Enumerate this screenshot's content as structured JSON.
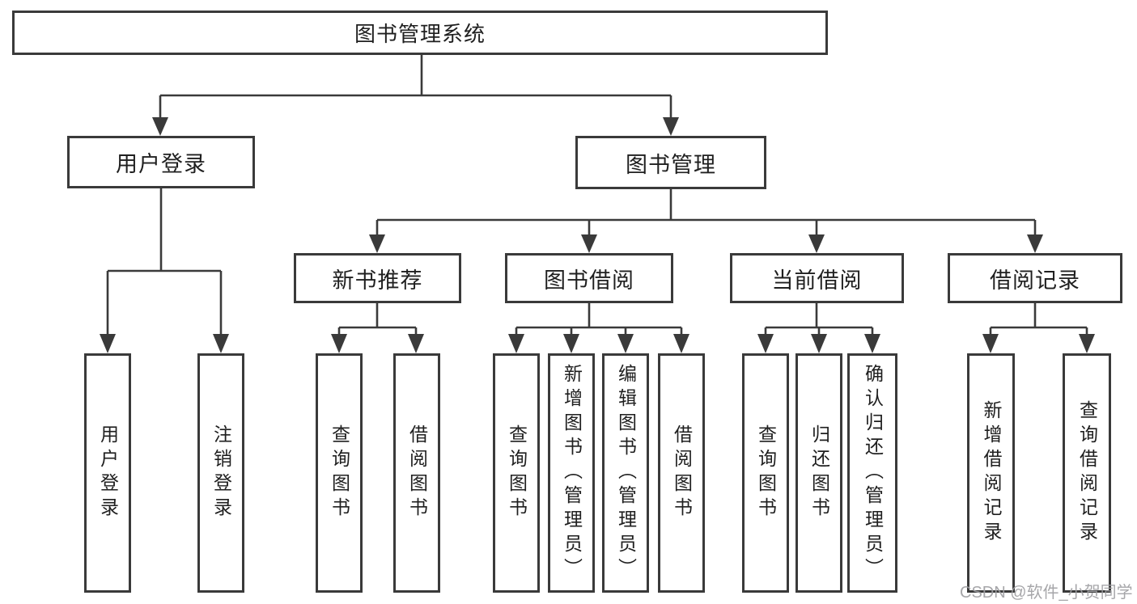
{
  "tree": {
    "label": "图书管理系统",
    "children": [
      {
        "label": "用户登录",
        "children": [
          {
            "label": "用户登录"
          },
          {
            "label": "注销登录"
          }
        ]
      },
      {
        "label": "图书管理",
        "children": [
          {
            "label": "新书推荐",
            "children": [
              {
                "label": "查询图书"
              },
              {
                "label": "借阅图书"
              }
            ]
          },
          {
            "label": "图书借阅",
            "children": [
              {
                "label": "查询图书"
              },
              {
                "label": "新增图书（管理员）"
              },
              {
                "label": "编辑图书（管理员）"
              },
              {
                "label": "借阅图书"
              }
            ]
          },
          {
            "label": "当前借阅",
            "children": [
              {
                "label": "查询图书"
              },
              {
                "label": "归还图书"
              },
              {
                "label": "确认归还（管理员）"
              }
            ]
          },
          {
            "label": "借阅记录",
            "children": [
              {
                "label": "新增借阅记录"
              },
              {
                "label": "查询借阅记录"
              }
            ]
          }
        ]
      }
    ]
  },
  "watermark": {
    "text": "CSDN @软件_小贺同学"
  },
  "colors": {
    "line": "#3a3a3a",
    "border": "#3a3a3a",
    "text": "#1f1f1f",
    "watermark": "#9e9ea2",
    "background": "#ffffff"
  }
}
